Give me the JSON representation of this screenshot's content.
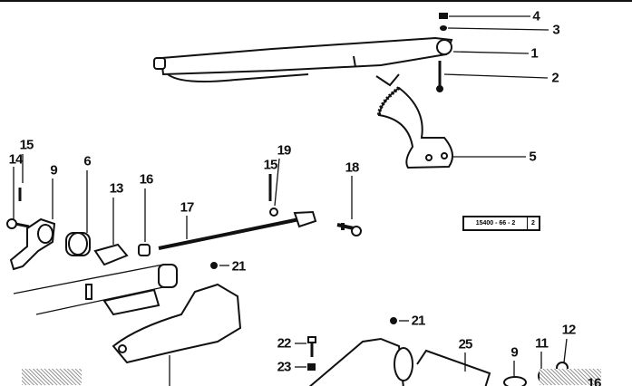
{
  "reference_box": {
    "code": "15400 - 66 - 2",
    "sheet": "2"
  },
  "callouts": [
    {
      "id": "c4",
      "text": "4"
    },
    {
      "id": "c3",
      "text": "3"
    },
    {
      "id": "c1",
      "text": "1"
    },
    {
      "id": "c2",
      "text": "2"
    },
    {
      "id": "c5",
      "text": "5"
    },
    {
      "id": "c15a",
      "text": "15"
    },
    {
      "id": "c14",
      "text": "14"
    },
    {
      "id": "c9a",
      "text": "9"
    },
    {
      "id": "c6",
      "text": "6"
    },
    {
      "id": "c13",
      "text": "13"
    },
    {
      "id": "c16a",
      "text": "16"
    },
    {
      "id": "c17",
      "text": "17"
    },
    {
      "id": "c15b",
      "text": "15"
    },
    {
      "id": "c19",
      "text": "19"
    },
    {
      "id": "c18",
      "text": "18"
    },
    {
      "id": "c21a",
      "text": "21"
    },
    {
      "id": "c21b",
      "text": "21"
    },
    {
      "id": "c22",
      "text": "22"
    },
    {
      "id": "c23",
      "text": "23"
    },
    {
      "id": "c25",
      "text": "25"
    },
    {
      "id": "c9b",
      "text": "9"
    },
    {
      "id": "c11",
      "text": "11"
    },
    {
      "id": "c12",
      "text": "12"
    },
    {
      "id": "c16b",
      "text": "16"
    }
  ]
}
